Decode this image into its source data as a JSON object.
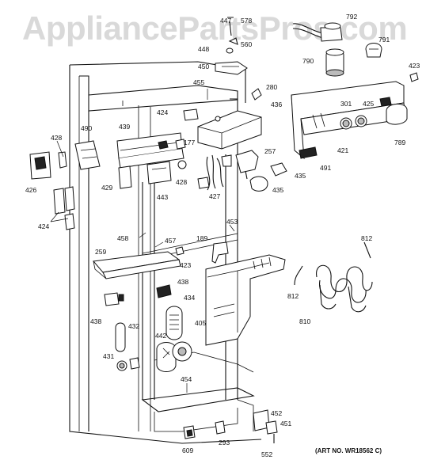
{
  "watermark": "AppliancePartsPros.com",
  "art_number": "(ART NO. WR18562 C)",
  "callouts": [
    {
      "id": "c447",
      "text": "447"
    },
    {
      "id": "c578",
      "text": "578"
    },
    {
      "id": "c560",
      "text": "560"
    },
    {
      "id": "c448",
      "text": "448"
    },
    {
      "id": "c450",
      "text": "450"
    },
    {
      "id": "c792",
      "text": "792"
    },
    {
      "id": "c791",
      "text": "791"
    },
    {
      "id": "c790",
      "text": "790"
    },
    {
      "id": "c423a",
      "text": "423"
    },
    {
      "id": "c455",
      "text": "455"
    },
    {
      "id": "c280",
      "text": "280"
    },
    {
      "id": "c436",
      "text": "436"
    },
    {
      "id": "c301",
      "text": "301"
    },
    {
      "id": "c425",
      "text": "425"
    },
    {
      "id": "c424a",
      "text": "424"
    },
    {
      "id": "c490",
      "text": "490"
    },
    {
      "id": "c439",
      "text": "439"
    },
    {
      "id": "c177",
      "text": "177"
    },
    {
      "id": "c428a",
      "text": "428"
    },
    {
      "id": "c257",
      "text": "257"
    },
    {
      "id": "c421",
      "text": "421"
    },
    {
      "id": "c789",
      "text": "789"
    },
    {
      "id": "c491",
      "text": "491"
    },
    {
      "id": "c426",
      "text": "426"
    },
    {
      "id": "c429",
      "text": "429"
    },
    {
      "id": "c428b",
      "text": "428"
    },
    {
      "id": "c443",
      "text": "443"
    },
    {
      "id": "c427",
      "text": "427"
    },
    {
      "id": "c435a",
      "text": "435"
    },
    {
      "id": "c435b",
      "text": "435"
    },
    {
      "id": "c424b",
      "text": "424"
    },
    {
      "id": "c453",
      "text": "453"
    },
    {
      "id": "c812a",
      "text": "812"
    },
    {
      "id": "c458",
      "text": "458"
    },
    {
      "id": "c457",
      "text": "457"
    },
    {
      "id": "c189",
      "text": "189"
    },
    {
      "id": "c259",
      "text": "259"
    },
    {
      "id": "c423b",
      "text": "423"
    },
    {
      "id": "c438a",
      "text": "438"
    },
    {
      "id": "c434",
      "text": "434"
    },
    {
      "id": "c812b",
      "text": "812"
    },
    {
      "id": "c438b",
      "text": "438"
    },
    {
      "id": "c405",
      "text": "405"
    },
    {
      "id": "c810",
      "text": "810"
    },
    {
      "id": "c432",
      "text": "432"
    },
    {
      "id": "c442",
      "text": "442"
    },
    {
      "id": "c431",
      "text": "431"
    },
    {
      "id": "c454",
      "text": "454"
    },
    {
      "id": "c452",
      "text": "452"
    },
    {
      "id": "c451",
      "text": "451"
    },
    {
      "id": "c609",
      "text": "609"
    },
    {
      "id": "c293",
      "text": "293"
    },
    {
      "id": "c552",
      "text": "552"
    }
  ]
}
